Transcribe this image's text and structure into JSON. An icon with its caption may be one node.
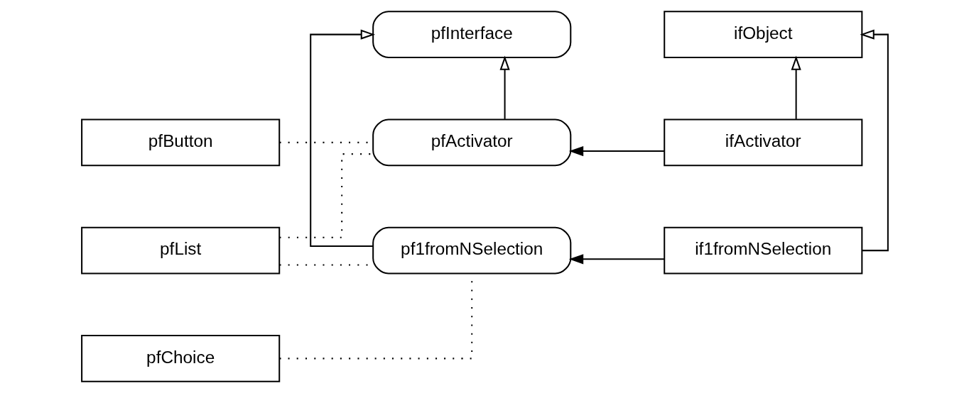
{
  "diagram": {
    "nodes": [
      {
        "text": [
          "pfInterface"
        ]
      },
      {
        "text": [
          "ifObject"
        ]
      },
      {
        "text": [
          "pfButton"
        ]
      },
      {
        "text": [
          "pfActivator"
        ]
      },
      {
        "text": [
          "ifActivator"
        ]
      },
      {
        "text": [
          "pfList"
        ]
      },
      {
        "text": [
          "pf1fromNSelection"
        ]
      },
      {
        "text": [
          "if1fromNSelection"
        ]
      },
      {
        "text": [
          "pfChoice"
        ]
      }
    ],
    "edges": [
      {
        "from": 3,
        "to": 0,
        "arrow": "to"
      },
      {
        "from": 6,
        "to": 0,
        "arrow": "to"
      },
      {
        "from": 4,
        "to": 1,
        "arrow": "to"
      },
      {
        "from": 7,
        "to": 1,
        "arrow": "to"
      },
      {
        "from": 4,
        "to": 3,
        "arrow": "to"
      },
      {
        "from": 7,
        "to": 6,
        "arrow": "to"
      },
      {
        "from": 2,
        "to": 3,
        "arrow": "none",
        "style": "dashed"
      },
      {
        "from": 5,
        "to": 3,
        "arrow": "none",
        "style": "dashed"
      },
      {
        "from": 5,
        "to": 6,
        "arrow": "none",
        "style": "dashed"
      },
      {
        "from": 8,
        "to": 6,
        "arrow": "none",
        "style": "dashed"
      }
    ]
  }
}
